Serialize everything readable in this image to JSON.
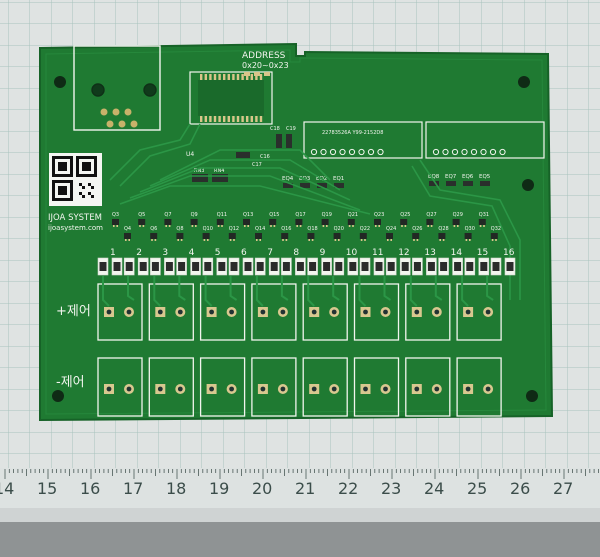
{
  "board": {
    "address_title": "ADDRESS",
    "address_range": "0x20~0x23",
    "ic_label": "U4",
    "caps": [
      "C18",
      "C19",
      "C16",
      "C17"
    ],
    "part_number": "22783526A  Y99-2152D8",
    "rn_labels": [
      "RN3",
      "RN4"
    ],
    "eq_left": [
      "EQ4",
      "EQ3",
      "EQ2",
      "EQ1"
    ],
    "eq_right": [
      "EQ8",
      "EQ7",
      "EQ6",
      "EQ5"
    ],
    "logo_line1": "IJOA SYSTEM",
    "logo_line2": "ijoasystem.com",
    "transistors": [
      "Q3",
      "Q4",
      "Q5",
      "Q6",
      "Q7",
      "Q8",
      "Q9",
      "Q10",
      "Q11",
      "Q12",
      "Q13",
      "Q14",
      "Q15",
      "Q16",
      "Q17",
      "Q18",
      "Q19",
      "Q20",
      "Q21",
      "Q22",
      "Q23",
      "Q24",
      "Q25",
      "Q26",
      "Q27",
      "Q28",
      "Q29",
      "Q30",
      "Q31",
      "Q32"
    ],
    "channels": [
      "1",
      "2",
      "3",
      "4",
      "5",
      "6",
      "7",
      "8",
      "9",
      "10",
      "11",
      "12",
      "13",
      "14",
      "15",
      "16"
    ],
    "plus_label": "+제어",
    "minus_label": "-제어"
  },
  "ruler": {
    "numbers": [
      "14",
      "15",
      "16",
      "17",
      "18",
      "19",
      "20",
      "21",
      "22",
      "23",
      "24",
      "25",
      "26",
      "27"
    ]
  },
  "colors": {
    "pcb": "#1f7a32",
    "pcb_edge": "#166227",
    "silkscreen": "#f2f5ee",
    "mat": "#dfe3e2",
    "grid": "#a9c3bd",
    "ruler_num": "#3b4d4a"
  }
}
